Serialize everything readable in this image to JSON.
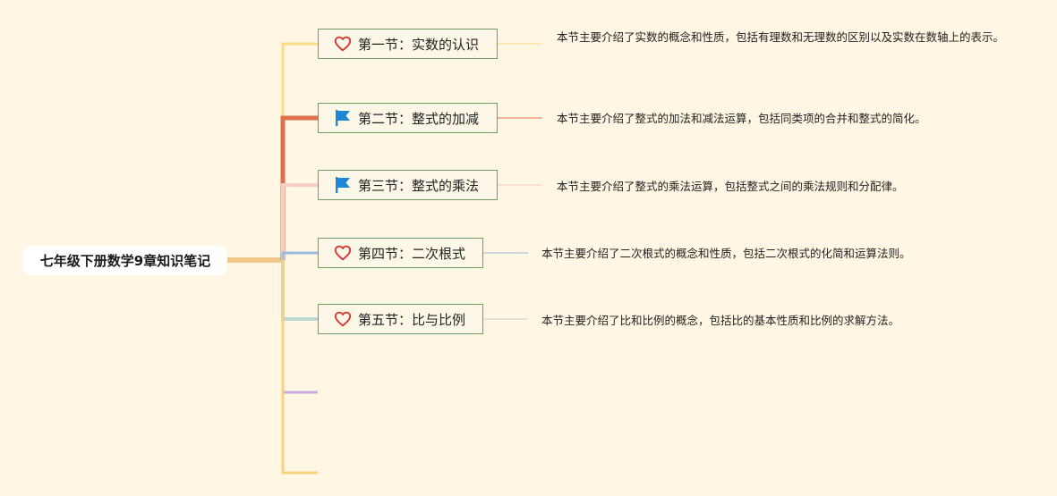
{
  "root": {
    "label": "七年级下册数学9章知识笔记"
  },
  "topics": [
    {
      "label": "第一节：实数的认识",
      "icon": "heart-icon",
      "description": "本节主要介绍了实数的概念和性质，包括有理数和无理数的区别以及实数在数轴上的表示。",
      "color": "#f9dc84"
    },
    {
      "label": "第二节：整式的加减",
      "icon": "flag-icon",
      "description": "本节主要介绍了整式的加法和减法运算，包括同类项的合并和整式的简化。",
      "color": "#e0704c"
    },
    {
      "label": "第三节：整式的乘法",
      "icon": "flag-icon",
      "description": "本节主要介绍了整式的乘法运算，包括整式之间的乘法规则和分配律。",
      "color": "#f6cfc0"
    },
    {
      "label": "第四节：二次根式",
      "icon": "heart-icon",
      "description": "本节主要介绍了二次根式的概念和性质，包括二次根式的化简和运算法则。",
      "color": "#9cbbe3"
    },
    {
      "label": "第五节：比与比例",
      "icon": "heart-icon",
      "description": "本节主要介绍了比和比例的概念，包括比的基本性质和比例的求解方法。",
      "color": "#bcd6d6"
    }
  ],
  "colors": {
    "background": "#fff6e3",
    "trunk": "#eec98a",
    "topic_border": "#6e9a6c",
    "heart": "#d9302c",
    "flag": "#1e88d8",
    "empty_branch_purple": "#c9a8dd",
    "empty_branch_yellow": "#f7d27c"
  }
}
